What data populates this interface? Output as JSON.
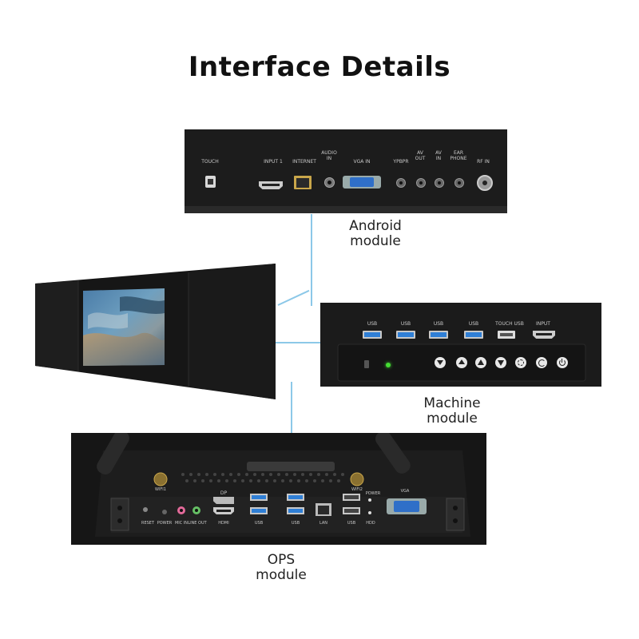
{
  "title": "Interface Details",
  "captions": {
    "android": [
      "Android",
      "module"
    ],
    "machine": [
      "Machine",
      "module"
    ],
    "ops": [
      "OPS",
      "module"
    ]
  },
  "android_ports": {
    "touch": "TOUCH",
    "input1": "INPUT 1",
    "internet": "INTERNET",
    "audio_in": [
      "AUDIO",
      "IN"
    ],
    "vga_in": "VGA IN",
    "ypbpr": "YPBPR",
    "av_out": [
      "AV",
      "OUT"
    ],
    "av_in": [
      "AV",
      "IN"
    ],
    "ear_phone": [
      "EAR",
      "PHONE"
    ],
    "rf_in": "RF IN"
  },
  "machine_ports": {
    "usb1": "USB",
    "usb2": "USB",
    "usb3": "USB",
    "usb4": "USB",
    "touch_usb": "TOUCH USB",
    "input": "INPUT"
  },
  "ops_ports": {
    "wifi1": "WIFI1",
    "wifi2": "WIFI2",
    "dp": "DP",
    "reset": "RESET",
    "power_btn": "POWER",
    "mic_in": "MIC IN",
    "line_out": "LINE OUT",
    "hdmi": "HDMI",
    "usb_a": "USB",
    "usb_b": "USB",
    "lan": "LAN",
    "usb_c": "USB",
    "power_led": "POWER",
    "hdd": "HDD",
    "vga": "VGA"
  },
  "colors": {
    "panel": "#1c1c1c",
    "connector_line": "#8cc8e8",
    "usb_blue": "#2f7fd6",
    "vga_blue": "#2f6fc8",
    "led_green": "#44dd33"
  }
}
